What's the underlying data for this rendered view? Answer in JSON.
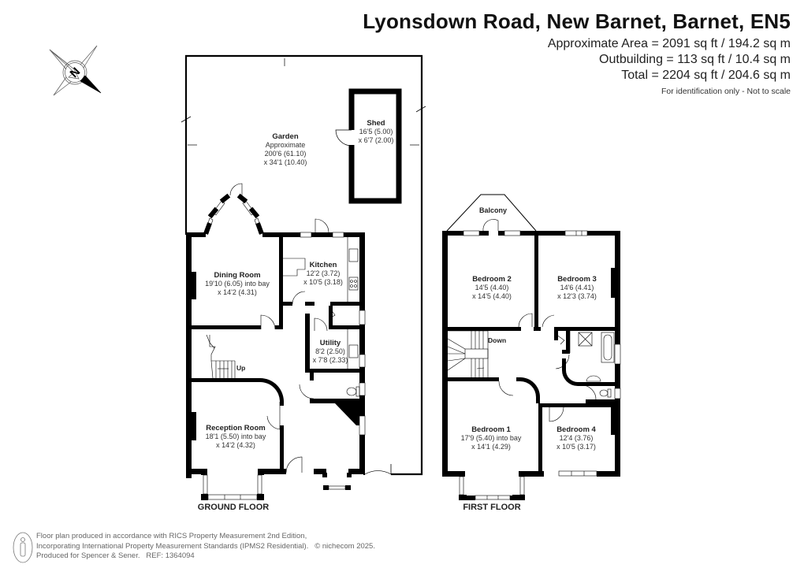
{
  "header": {
    "title": "Lyonsdown Road, New Barnet, Barnet, EN5",
    "approximate_area": "Approximate Area = 2091 sq ft / 194.2 sq m",
    "outbuilding": "Outbuilding = 113 sq ft / 10.4 sq m",
    "total": "Total = 2204 sq ft / 204.6 sq m",
    "note": "For identification only - Not to scale"
  },
  "compass": {
    "icon": "compass-rose-icon",
    "label": "N"
  },
  "ground_floor": {
    "label": "GROUND FLOOR",
    "rooms": [
      {
        "name": "Garden",
        "line1": "Approximate",
        "line2": "200'6 (61.10)",
        "line3": "x 34'1 (10.40)"
      },
      {
        "name": "Shed",
        "line1": "16'5 (5.00)",
        "line2": "x 6'7 (2.00)"
      },
      {
        "name": "Dining Room",
        "line1": "19'10 (6.05) into bay",
        "line2": "x 14'2 (4.31)"
      },
      {
        "name": "Kitchen",
        "line1": "12'2 (3.72)",
        "line2": "x 10'5 (3.18)"
      },
      {
        "name": "Utility",
        "line1": "8'2 (2.50)",
        "line2": "x 7'8 (2.33)"
      },
      {
        "name": "Reception Room",
        "line1": "18'1 (5.50) into bay",
        "line2": "x 14'2 (4.32)"
      }
    ],
    "stairs_label": "Up"
  },
  "first_floor": {
    "label": "FIRST FLOOR",
    "balcony": "Balcony",
    "stairs_label": "Down",
    "rooms": [
      {
        "name": "Bedroom 2",
        "line1": "14'5 (4.40)",
        "line2": "x 14'5 (4.40)"
      },
      {
        "name": "Bedroom 3",
        "line1": "14'6 (4.41)",
        "line2": "x 12'3 (3.74)"
      },
      {
        "name": "Bedroom 1",
        "line1": "17'9 (5.40) into bay",
        "line2": "x 14'1 (4.29)"
      },
      {
        "name": "Bedroom 4",
        "line1": "12'4 (3.76)",
        "line2": "x 10'5 (3.17)"
      }
    ]
  },
  "footer": {
    "icon": "person-info-icon",
    "line1": "Floor plan produced in accordance with RICS Property Measurement 2nd Edition,",
    "line2": "Incorporating International Property Measurement Standards (IPMS2 Residential).   © nichecom 2025.",
    "line3": "Produced for Spencer & Sener.   REF: 1364094"
  },
  "colors": {
    "wall": "#000000",
    "text": "#222222",
    "footer_text": "#666666",
    "background": "#ffffff"
  }
}
